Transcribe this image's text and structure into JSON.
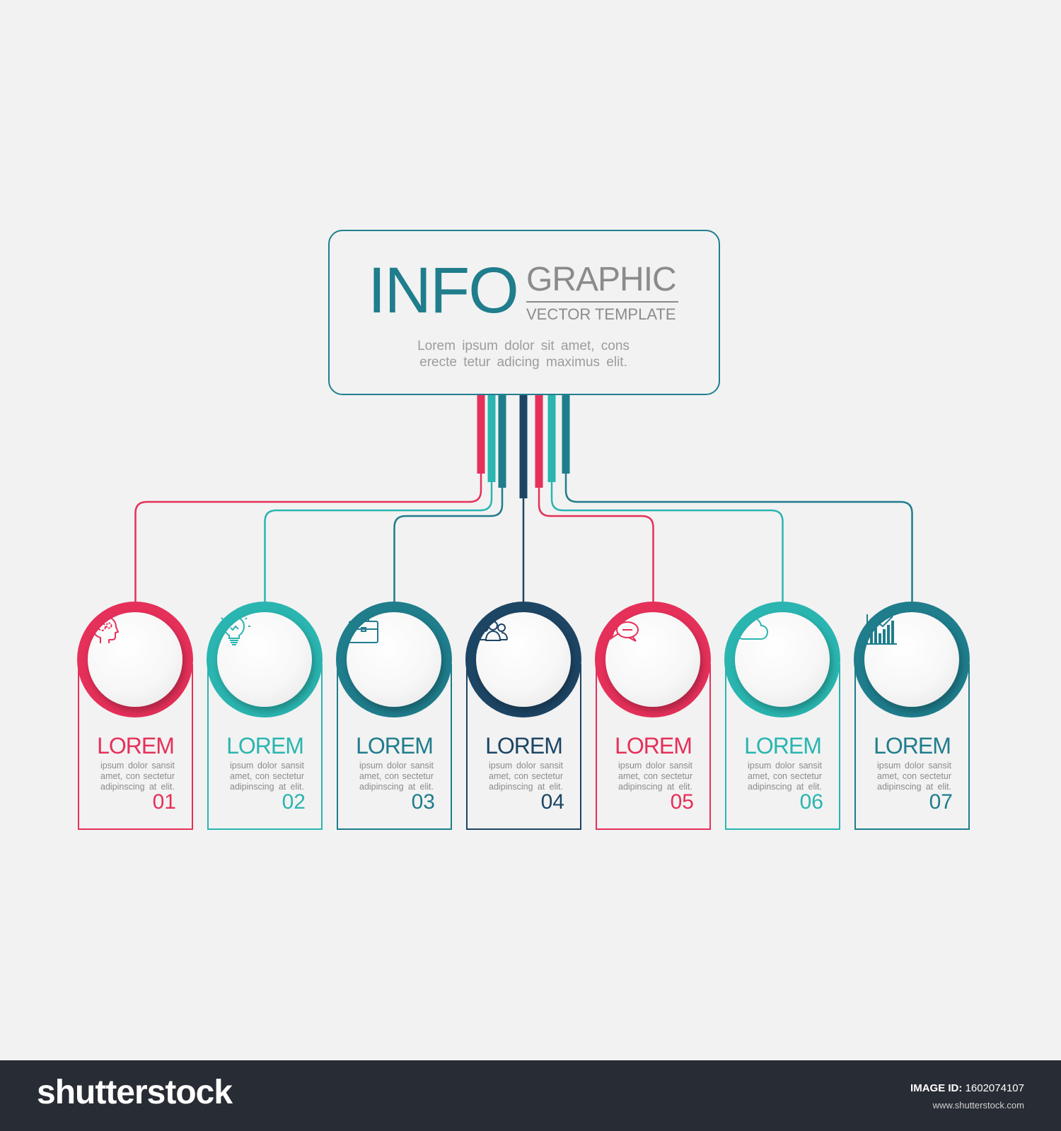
{
  "header": {
    "info": "INFO",
    "graphic": "GRAPHIC",
    "subtitle": "VECTOR TEMPLATE",
    "description": "Lorem ipsum dolor sit amet, cons erecte tetur adicing maximus elit."
  },
  "colors": {
    "crimson": "#e5305a",
    "turquoise": "#2ab5b0",
    "teal": "#1f7d8c",
    "navy": "#1d4564",
    "background": "#f2f2f2"
  },
  "items": [
    {
      "title": "LOREM",
      "text": "ipsum dolor sansit amet, con sectetur adipinscing at elit.",
      "number": "01",
      "icon": "head-gears-icon",
      "color": "#e5305a"
    },
    {
      "title": "LOREM",
      "text": "ipsum dolor sansit amet, con sectetur adipinscing at elit.",
      "number": "02",
      "icon": "lightbulb-icon",
      "color": "#2ab5b0"
    },
    {
      "title": "LOREM",
      "text": "ipsum dolor sansit amet, con sectetur adipinscing at elit.",
      "number": "03",
      "icon": "briefcase-icon",
      "color": "#1f7d8c"
    },
    {
      "title": "LOREM",
      "text": "ipsum dolor sansit amet, con sectetur adipinscing at elit.",
      "number": "04",
      "icon": "team-icon",
      "color": "#1d4564"
    },
    {
      "title": "LOREM",
      "text": "ipsum dolor sansit amet, con sectetur adipinscing at elit.",
      "number": "05",
      "icon": "chat-bubbles-icon",
      "color": "#e5305a"
    },
    {
      "title": "LOREM",
      "text": "ipsum dolor sansit amet, con sectetur adipinscing at elit.",
      "number": "06",
      "icon": "cloud-icon",
      "color": "#2ab5b0"
    },
    {
      "title": "LOREM",
      "text": "ipsum dolor sansit amet, con sectetur adipinscing at elit.",
      "number": "07",
      "icon": "bar-chart-icon",
      "color": "#1f7d8c"
    }
  ],
  "footer": {
    "brand": "shutterstock",
    "image_id_label": "IMAGE ID:",
    "image_id": "1602074107",
    "site_url": "www.shutterstock.com"
  }
}
